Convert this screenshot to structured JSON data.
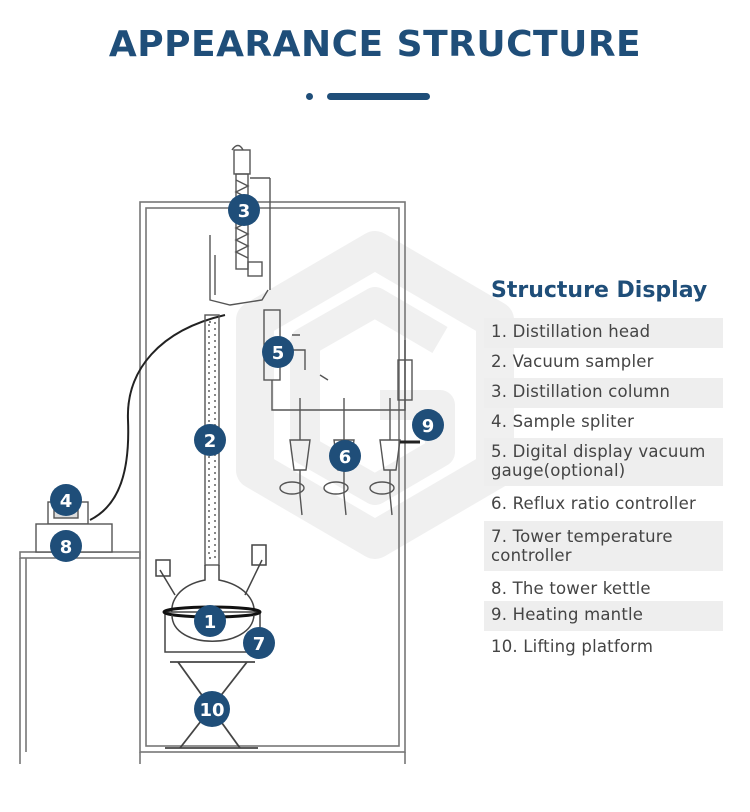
{
  "header": {
    "title": "APPEARANCE STRUCTURE"
  },
  "panel": {
    "title": "Structure Display",
    "items": [
      "1. Distillation head",
      "2. Vacuum sampler",
      "3. Distillation column",
      "4. Sample spliter",
      "5. Digital display vacuum gauge(optional)",
      "6. Reflux ratio controller",
      "7. Tower temperature controller",
      "8. The tower kettle",
      "9. Heating mantle",
      "10. Lifting platform"
    ]
  },
  "badges": [
    "1",
    "2",
    "3",
    "4",
    "5",
    "6",
    "7",
    "8",
    "9",
    "10"
  ],
  "colors": {
    "accent": "#1f4e79",
    "badge": "#1f4e79",
    "line": "#555555"
  }
}
